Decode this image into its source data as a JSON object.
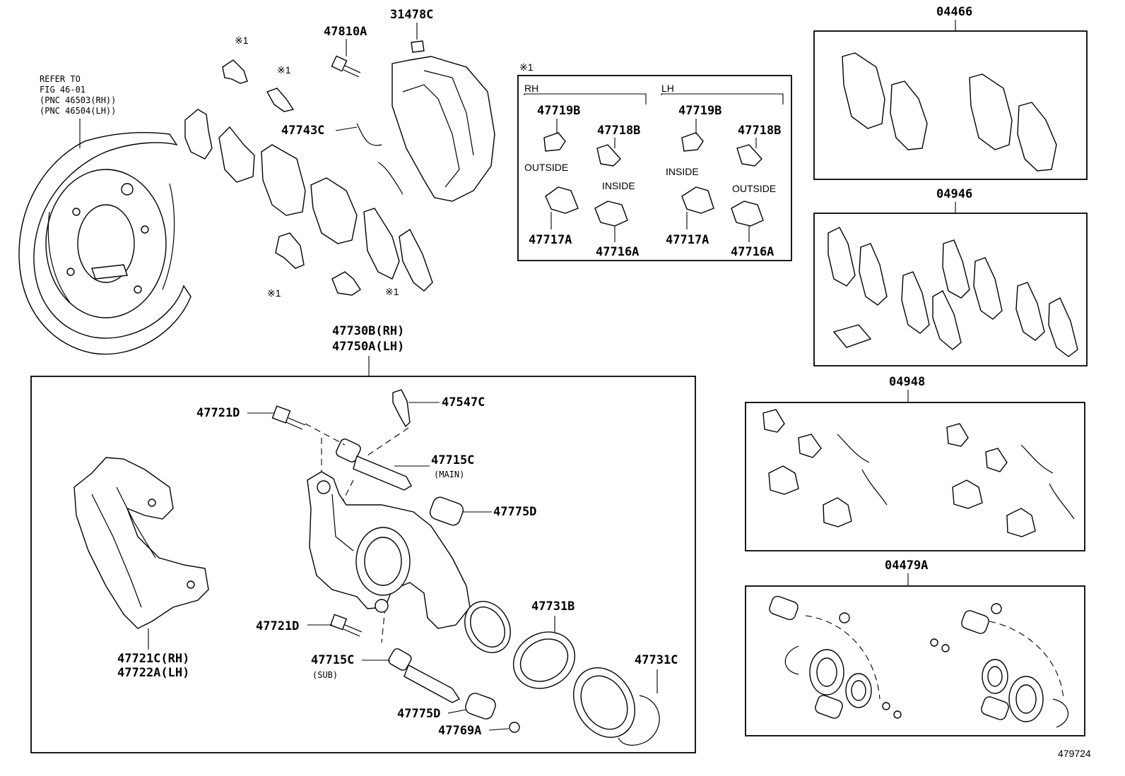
{
  "refer": {
    "line1": "REFER TO",
    "line2": "FIG 46-01",
    "line3": "(PNC 46503(RH))",
    "line4": "(PNC 46504(LH))"
  },
  "mark": "※1",
  "top_parts": {
    "p31478c": "31478C",
    "p47810a": "47810A",
    "p47743c": "47743C"
  },
  "shim_box": {
    "mark": "※1",
    "rh": {
      "label": "RH",
      "p47719b": "47719B",
      "p47718b": "47718B",
      "outside": "OUTSIDE",
      "inside": "INSIDE",
      "p47717a": "47717A",
      "p47716a": "47716A"
    },
    "lh": {
      "label": "LH",
      "p47719b": "47719B",
      "p47718b": "47718B",
      "inside": "INSIDE",
      "outside": "OUTSIDE",
      "p47717a": "47717A",
      "p47716a": "47716A"
    }
  },
  "caliper_assy": {
    "line1": "47730B(RH)",
    "line2": "47750A(LH)"
  },
  "caliper_parts": {
    "p47721d_top": "47721D",
    "p47547c": "47547C",
    "p47715c_main": "47715C",
    "main": "(MAIN)",
    "p47775d_top": "47775D",
    "p47721c": "47721C(RH)",
    "p47722a": "47722A(LH)",
    "p47731b": "47731B",
    "p47721d_bot": "47721D",
    "p47715c_sub": "47715C",
    "sub": "(SUB)",
    "p47731c": "47731C",
    "p47775d_bot": "47775D",
    "p47769a": "47769A"
  },
  "kits": {
    "k04466": "04466",
    "k04946": "04946",
    "k04948": "04948",
    "k04479a": "04479A"
  },
  "diagram_id": "479724"
}
